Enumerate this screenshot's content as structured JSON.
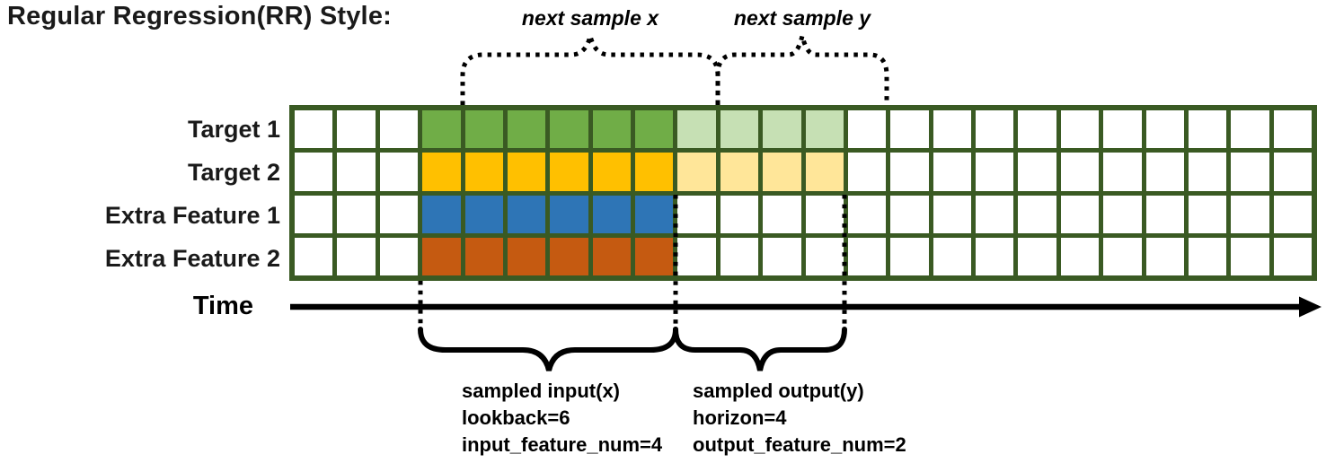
{
  "title": "Regular Regression(RR) Style:",
  "time": {
    "label": "Time"
  },
  "grid": {
    "columns": 24,
    "input_start_col": 3,
    "lookback": 6,
    "horizon": 4,
    "border_color": "#3A5A23",
    "empty_cell_color": "#FFFFFF",
    "rows": [
      {
        "label": "Target 1",
        "input_color": "#70AD47",
        "output_color": "#C6E0B4"
      },
      {
        "label": "Target 2",
        "input_color": "#FFC000",
        "output_color": "#FFE699"
      },
      {
        "label": "Extra Feature 1",
        "input_color": "#2E75B6",
        "output_color": null
      },
      {
        "label": "Extra Feature 2",
        "input_color": "#C55A11",
        "output_color": null
      }
    ]
  },
  "annotations": {
    "next_sample_x": "next sample x",
    "next_sample_y": "next sample y",
    "input_block": [
      "sampled input(x)",
      "lookback=6",
      "input_feature_num=4"
    ],
    "output_block": [
      "sampled output(y)",
      "horizon=4",
      "output_feature_num=2"
    ]
  }
}
